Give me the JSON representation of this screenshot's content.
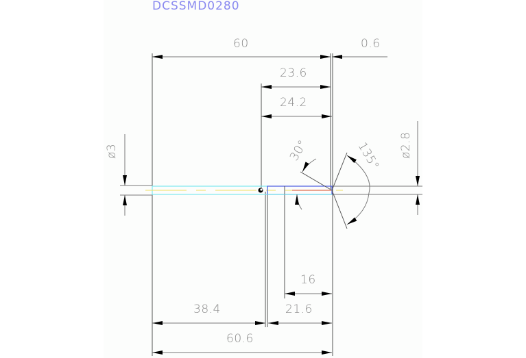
{
  "drawing": {
    "title": "DCSSMD0280",
    "background": "#fcfdfc",
    "title_color": "#8a8af0",
    "dimensions": {
      "overall_length": "60",
      "tip_offset": "0.6",
      "flute_length_a": "23.6",
      "flute_length_b": "24.2",
      "shank_diameter": "ø3",
      "tip_diameter": "ø2.8",
      "helix_angle": "30°",
      "point_angle": "135°",
      "cut_length": "16",
      "neck_length": "21.6",
      "shank_length": "38.4",
      "total_length": "60.6"
    },
    "layer_colors": {
      "shank_outline": "#7fe8f0",
      "centerline": "#f0e060",
      "flute_outline": "#4a5ae0",
      "cutting_edge": "#e07050",
      "geometry": "#444444",
      "dimension": "#777777"
    }
  }
}
